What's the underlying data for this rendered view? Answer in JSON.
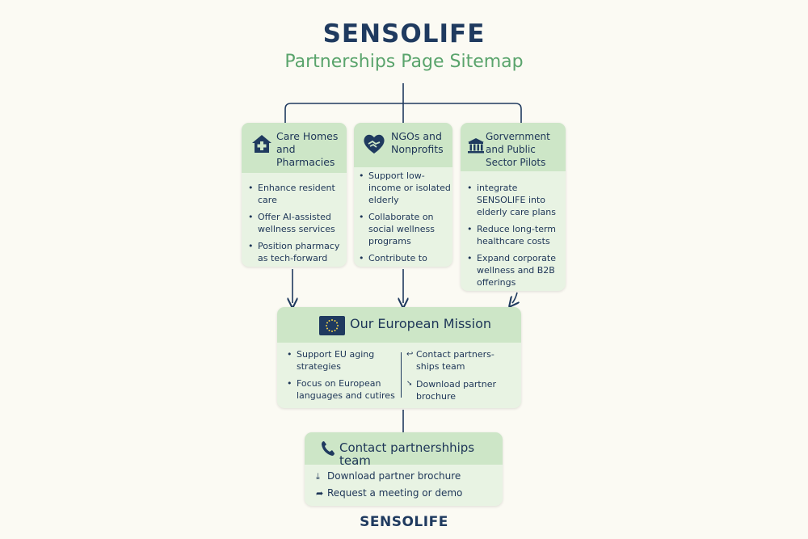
{
  "header": {
    "brand": "SENSOLIFE",
    "subtitle": "Partnerships Page Sitemap"
  },
  "sections": [
    {
      "title": "Care Homes and Pharmacies",
      "icon": "house-medical-icon",
      "bullets": [
        "Enhance resident care",
        "Offer AI-assisted wellness services",
        "Position pharmacy as tech-forward"
      ]
    },
    {
      "title": "NGOs and Nonprofits",
      "icon": "heart-handshake-icon",
      "bullets": [
        "Support low-income or isolated elderly",
        "Collaborate on social wellness programs",
        "Contribute to research and policy"
      ]
    },
    {
      "title": "Gorvernment and Public Sector Pilots",
      "icon": "government-building-icon",
      "bullets": [
        "integrate SENSOLIFE into elderly care plans",
        "Reduce long-term healthcare costs",
        "Expand corporate wellness and B2B offerings"
      ]
    }
  ],
  "mission": {
    "title": "Our European Mission",
    "icon": "eu-flag-icon",
    "left_bullets": [
      "Support EU aging strategies",
      "Focus on European languages and cutires"
    ],
    "right_items": [
      {
        "icon": "arrow-icon",
        "label": "Contact partners-ships team"
      },
      {
        "icon": "download-icon",
        "label": "Download partner brochure"
      }
    ]
  },
  "contact": {
    "title": "Contact partnershhips team",
    "icon": "phone-icon",
    "actions": [
      {
        "icon": "download-icon",
        "label": "Download partner brochure"
      },
      {
        "icon": "share-arrow-icon",
        "label": "Request a meeting or demo"
      }
    ]
  },
  "footer": {
    "brand": "SENSOLIFE"
  },
  "colors": {
    "background": "#fbfaf3",
    "navy": "#1f3a5f",
    "green_accent": "#5aa46c",
    "card_body": "#e8f3e3",
    "card_header": "#cde6c7"
  }
}
